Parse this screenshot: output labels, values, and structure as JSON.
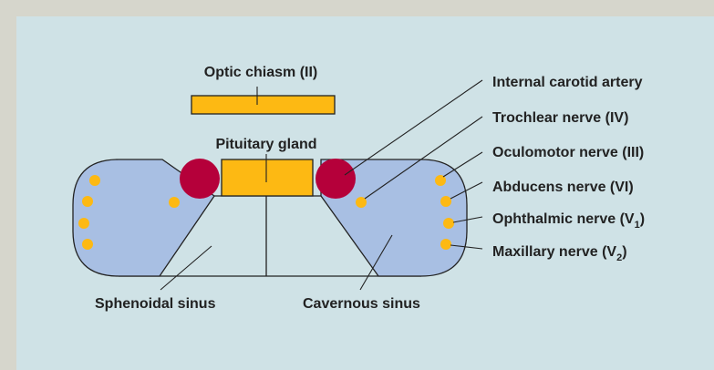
{
  "colors": {
    "panel_bg": "#cfe2e6",
    "frame_bg": "#d6d6cc",
    "sinus_fill": "#a8bfe3",
    "gland_fill": "#fdb913",
    "artery_fill": "#b5003a",
    "nerve_dot": "#fdb913",
    "line": "#222222"
  },
  "labels": {
    "optic_chiasm": "Optic chiasm (II)",
    "pituitary_gland": "Pituitary gland",
    "internal_carotid": "Internal carotid artery",
    "trochlear": "Trochlear nerve (IV)",
    "oculomotor": "Oculomotor nerve (III)",
    "abducens": "Abducens nerve (VI)",
    "ophthalmic_main": "Ophthalmic nerve (V",
    "ophthalmic_sub": "1",
    "ophthalmic_close": ")",
    "maxillary_main": "Maxillary nerve (V",
    "maxillary_sub": "2",
    "maxillary_close": ")",
    "sphenoidal_sinus": "Sphenoidal sinus",
    "cavernous_sinus": "Cavernous sinus"
  }
}
